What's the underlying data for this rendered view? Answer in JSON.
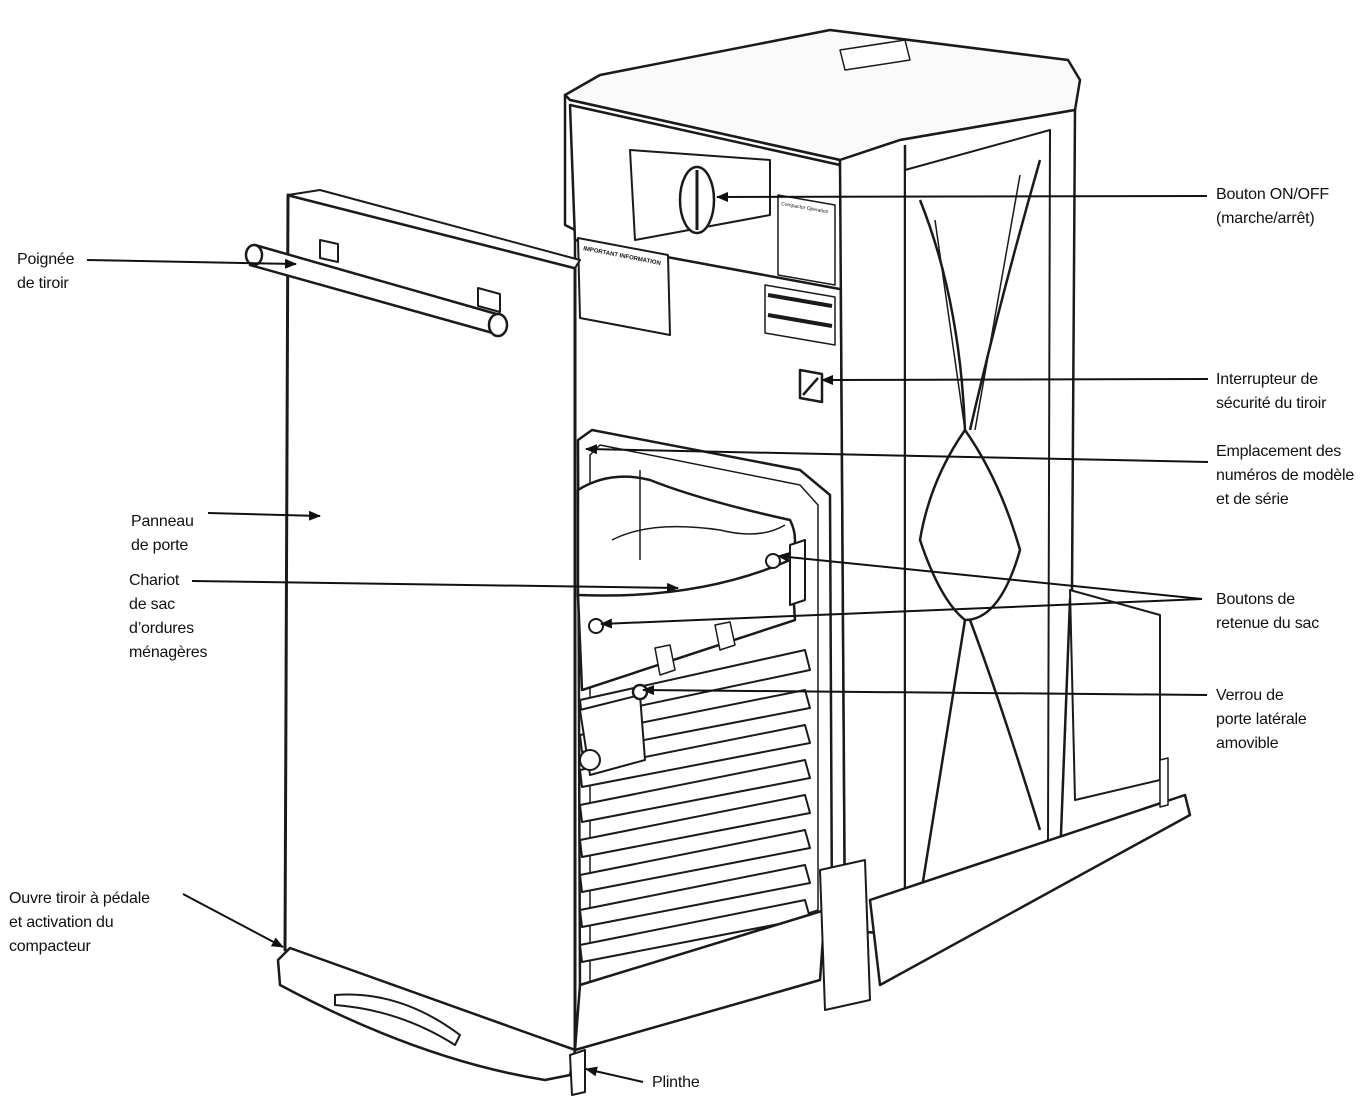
{
  "callouts": {
    "on_off": {
      "lines": [
        "Bouton ON/OFF",
        "(marche/arrêt)"
      ]
    },
    "handle": {
      "lines": [
        "Poignée",
        "de tiroir"
      ]
    },
    "safety": {
      "lines": [
        "Interrupteur de",
        "sécurité du tiroir"
      ]
    },
    "serial": {
      "lines": [
        "Emplacement des",
        "numéros de modèle",
        "et de série"
      ]
    },
    "panel": {
      "lines": [
        "Panneau",
        "de porte"
      ]
    },
    "caddy": {
      "lines": [
        "Chariot",
        "de sac",
        "d’ordures",
        "ménagères"
      ]
    },
    "retainer": {
      "lines": [
        "Boutons de",
        "retenue du sac"
      ]
    },
    "latch": {
      "lines": [
        "Verrou de",
        "porte latérale",
        "amovible"
      ]
    },
    "pedal": {
      "lines": [
        "Ouvre tiroir à pédale",
        "et activation du",
        "compacteur"
      ]
    },
    "plinth": {
      "lines": [
        "Plinthe"
      ]
    }
  },
  "labels_on_unit": {
    "info_card_title": "IMPORTANT INFORMATION",
    "control_side_title": "Compactor Operation"
  }
}
